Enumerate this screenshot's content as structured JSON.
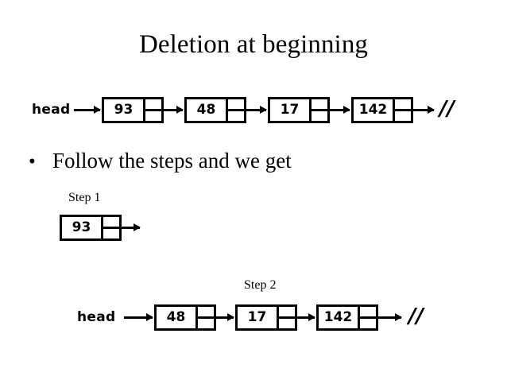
{
  "slide": {
    "title": "Deletion at beginning",
    "bullet": {
      "marker": "•",
      "text": "Follow the steps and we get"
    },
    "null_marker": "//",
    "pointer_label": "head"
  },
  "lists": {
    "original": {
      "head_label": "head",
      "nodes": [
        {
          "value": "93"
        },
        {
          "value": "48"
        },
        {
          "value": "17"
        },
        {
          "value": "142"
        }
      ],
      "terminator": "//"
    },
    "step1": {
      "caption": "Step 1",
      "nodes": [
        {
          "value": "93"
        }
      ]
    },
    "step2": {
      "caption": "Step 2",
      "head_label": "head",
      "nodes": [
        {
          "value": "48"
        },
        {
          "value": "17"
        },
        {
          "value": "142"
        }
      ],
      "terminator": "//"
    }
  },
  "colors": {
    "background": "#ffffff",
    "foreground": "#000000"
  }
}
